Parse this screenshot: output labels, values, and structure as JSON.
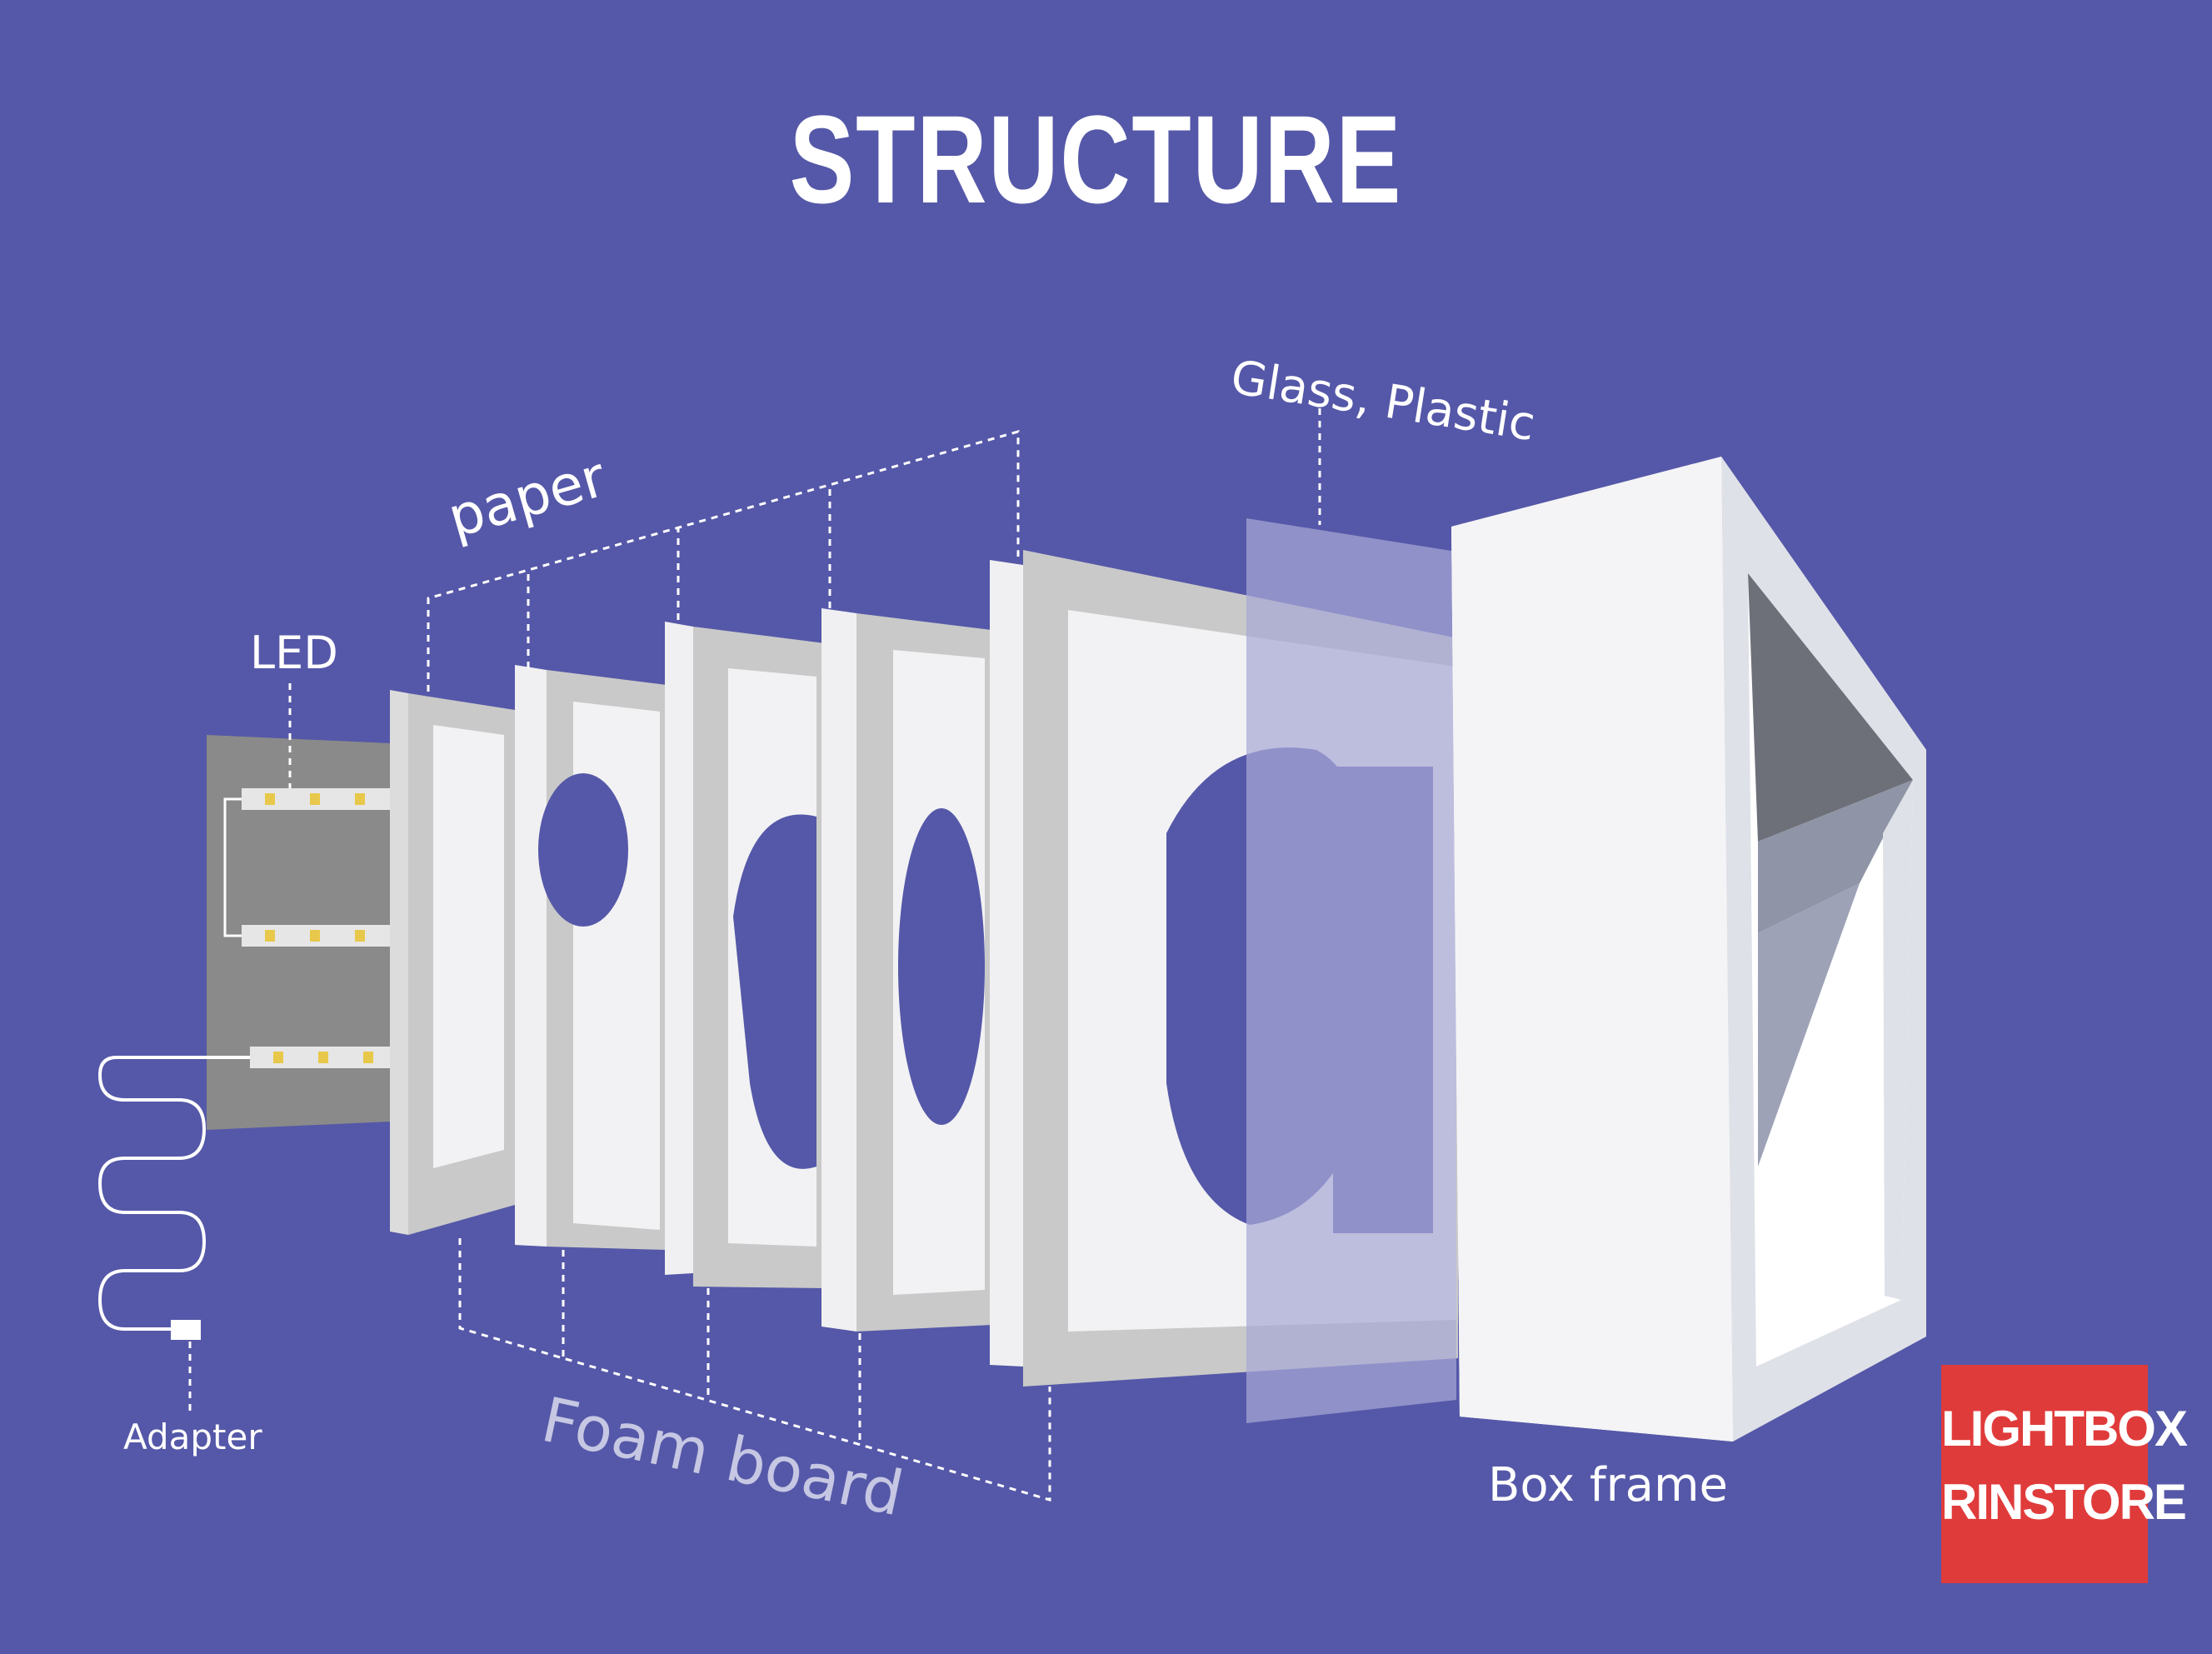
{
  "title": "STRUCTURE",
  "labels": {
    "led": "LED",
    "adapter": "Adapter",
    "paper": "paper",
    "glass_plastic": "Glass, Plastic",
    "foam_board": "Foam board",
    "box_frame": "Box frame"
  },
  "logo": {
    "line1": "LIGHTBOX",
    "line2": "RINSTORE"
  },
  "colors": {
    "background": "#5558a8",
    "panel_frame": "#c9c9c9",
    "panel_inner": "#f2f2f4",
    "led_board": "#8a8a8a",
    "glass": "#a7a7d6",
    "box": "#f3f3f4",
    "logo": "#e03b3b"
  }
}
